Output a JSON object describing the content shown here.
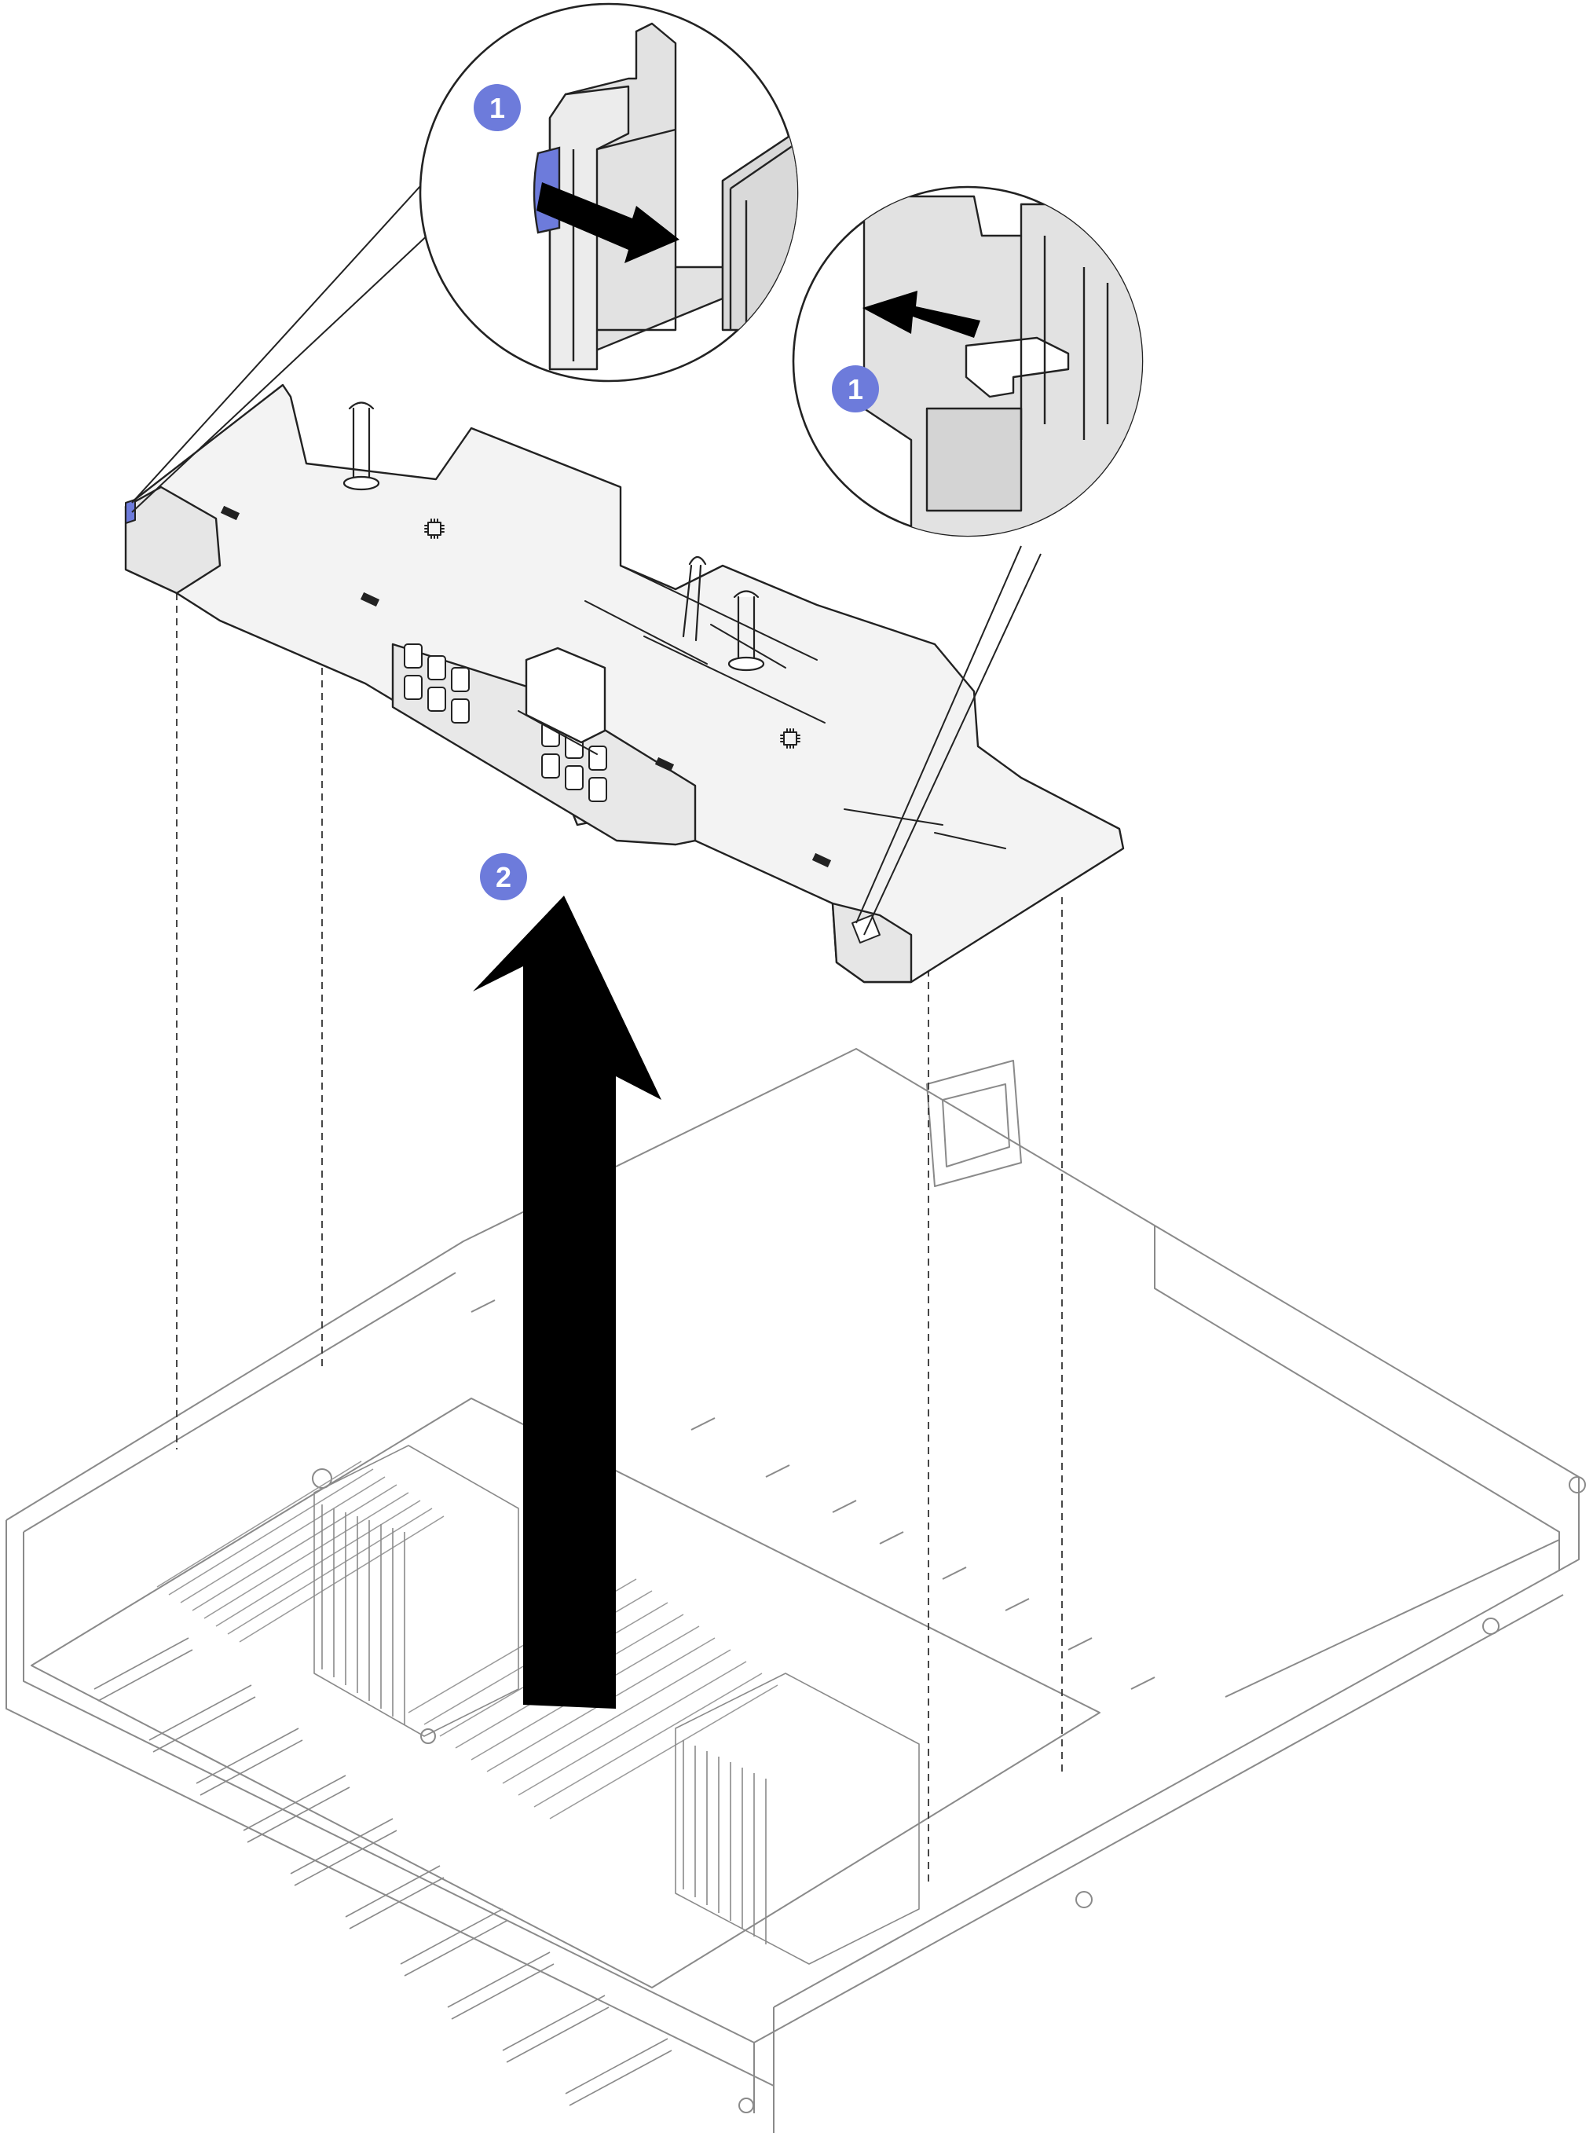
{
  "steps": [
    {
      "number": "1",
      "color": "#6d7bdb"
    },
    {
      "number": "1",
      "color": "#6d7bdb"
    },
    {
      "number": "2",
      "color": "#6d7bdb"
    }
  ],
  "colors": {
    "line": "#222222",
    "thin_line": "#888888",
    "panel_fill": "#e2e2e2",
    "tray_fill": "#f3f3f3",
    "arrow": "#000000",
    "latch_highlight": "#6d7bdb"
  },
  "icons": {
    "step_badge": "step-number-badge-icon",
    "lift_arrow": "up-arrow-icon",
    "push_arrow": "right-arrow-icon",
    "processor_mark": "processor-chip-icon"
  }
}
